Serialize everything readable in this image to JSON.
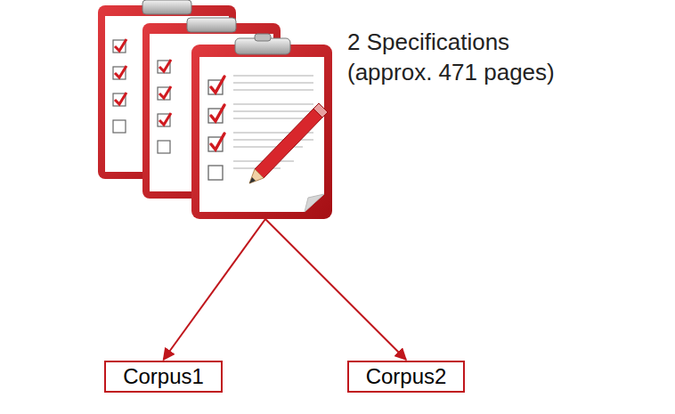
{
  "diagram": {
    "nodes": [
      {
        "text": [
          "2 Specifications (approx. 471 pages)"
        ]
      },
      {
        "text": [
          "Corpus1"
        ]
      },
      {
        "text": [
          "Corpus2"
        ]
      }
    ],
    "edges": [
      {
        "from": 0,
        "to": 1,
        "arrow": "to"
      },
      {
        "from": 0,
        "to": 2,
        "arrow": "to"
      }
    ]
  }
}
